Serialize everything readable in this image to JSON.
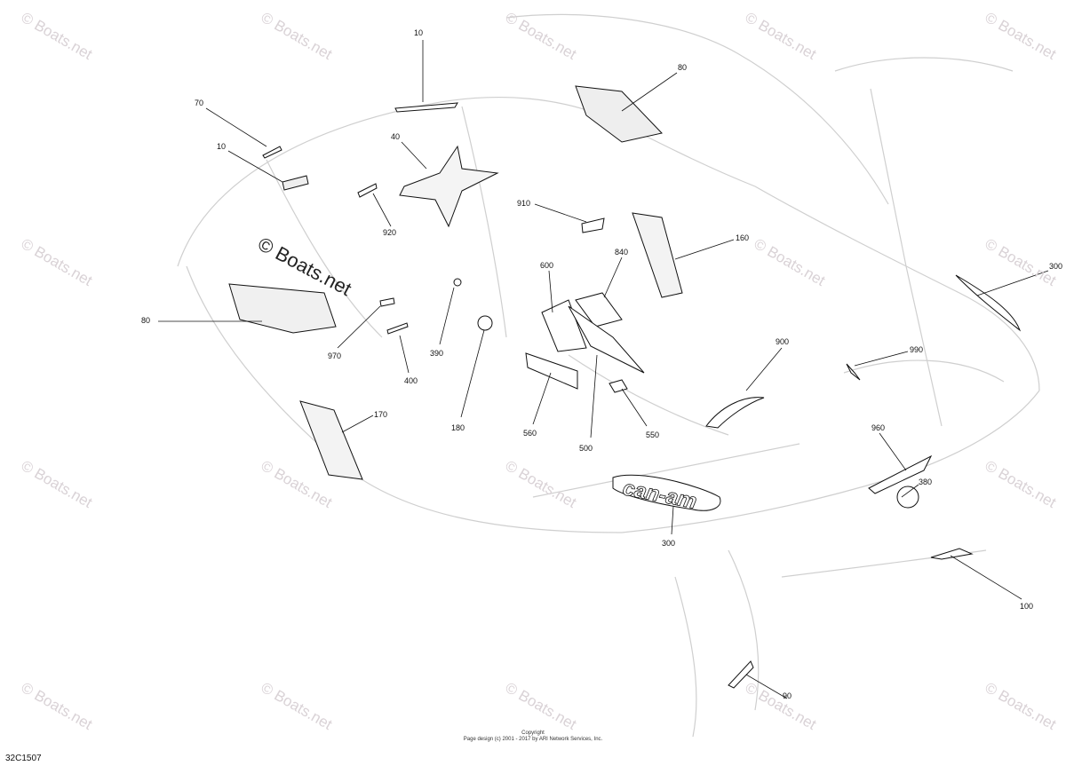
{
  "watermark_text": "© Boats.net",
  "main_watermark": "© Boats.net",
  "callouts": [
    "10",
    "70",
    "10",
    "40",
    "80",
    "920",
    "910",
    "840",
    "600",
    "160",
    "300",
    "80",
    "970",
    "390",
    "400",
    "180",
    "560",
    "500",
    "550",
    "900",
    "990",
    "170",
    "960",
    "380",
    "300",
    "100",
    "90"
  ],
  "copyright_label": "Copyright",
  "copyright_text": "Page design (c) 2001 - 2017 by ARI Network Services, Inc.",
  "diagram_code": "32C1507",
  "logo_text": "can-am",
  "colors": {
    "line": "#111111",
    "ghost": "#cfcfcf",
    "watermark": "#d9d2d6"
  }
}
